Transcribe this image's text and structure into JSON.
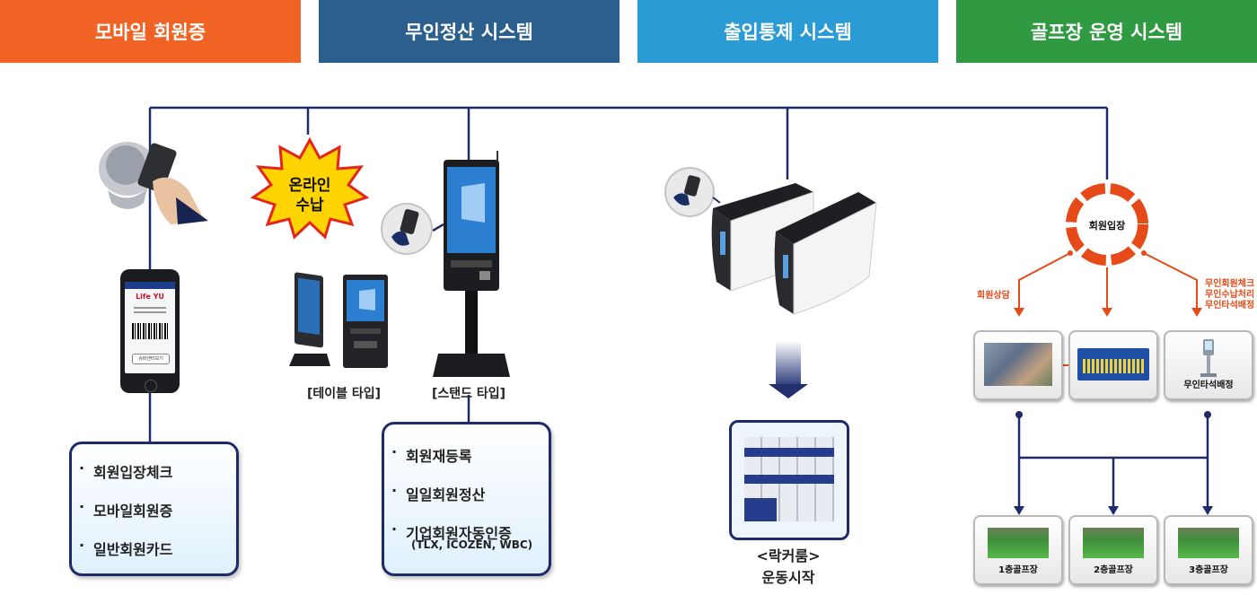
{
  "headers": [
    {
      "label": "모바일 회원증",
      "color": "#f06325"
    },
    {
      "label": "무인정산 시스템",
      "color": "#2a5f8e"
    },
    {
      "label": "출입통제 시스템",
      "color": "#2b9bd6"
    },
    {
      "label": "골프장 운영 시스템",
      "color": "#2f9a42"
    }
  ],
  "mobile": {
    "phone_brand": "Life YU",
    "phone_button": "슈퍼센터보기",
    "features": [
      "회원입장체크",
      "모바일회원증",
      "일반회원카드"
    ]
  },
  "kiosk": {
    "badge": [
      "온라인",
      "수납"
    ],
    "table_caption": "[테이블 타입]",
    "stand_caption": "[스탠드 타입]",
    "features": [
      "회원재등록",
      "일일회원정산",
      "기업회원자동인증"
    ],
    "feature_note": "(TLX, ICOZEN, WBC)"
  },
  "access": {
    "locker_title": "<락커룸>",
    "locker_sub": "운동시작"
  },
  "golf": {
    "hub": "회원입장",
    "left_note": "회원상담",
    "right_notes": [
      "무인회원체크",
      "무인수납처리",
      "무인타석배정"
    ],
    "kiosk_card": "무인타석배정",
    "floors": [
      "1층골프장",
      "2층골프장",
      "3층골프장"
    ]
  }
}
